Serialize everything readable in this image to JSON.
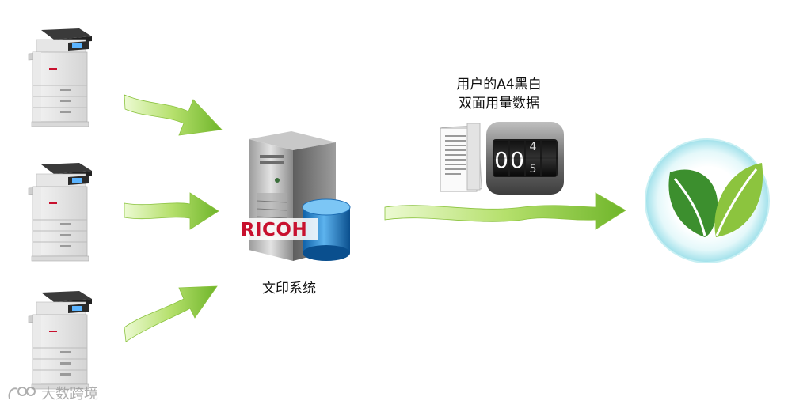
{
  "system_label": "文印系统",
  "data_label_line1": "用户的A4黑白",
  "data_label_line2": "双面用量数据",
  "brand": "RICOH",
  "counter_digits": [
    "0",
    "0",
    "4",
    "5"
  ],
  "watermark": "大数跨境",
  "icons": {
    "copier": "multifunction-printer-icon",
    "server": "server-tower-icon",
    "database": "database-cylinder-icon",
    "document": "document-stack-icon",
    "counter": "odometer-counter-icon",
    "leaf": "green-leaf-icon",
    "arrow": "green-arrow-icon"
  },
  "colors": {
    "arrow_light": "#d8f3a6",
    "arrow_dark": "#76b82a",
    "brand_red": "#c8102e",
    "leaf_dark": "#3c8f2e",
    "leaf_light": "#8cc43e",
    "globe_glow": "#bfeef2"
  }
}
